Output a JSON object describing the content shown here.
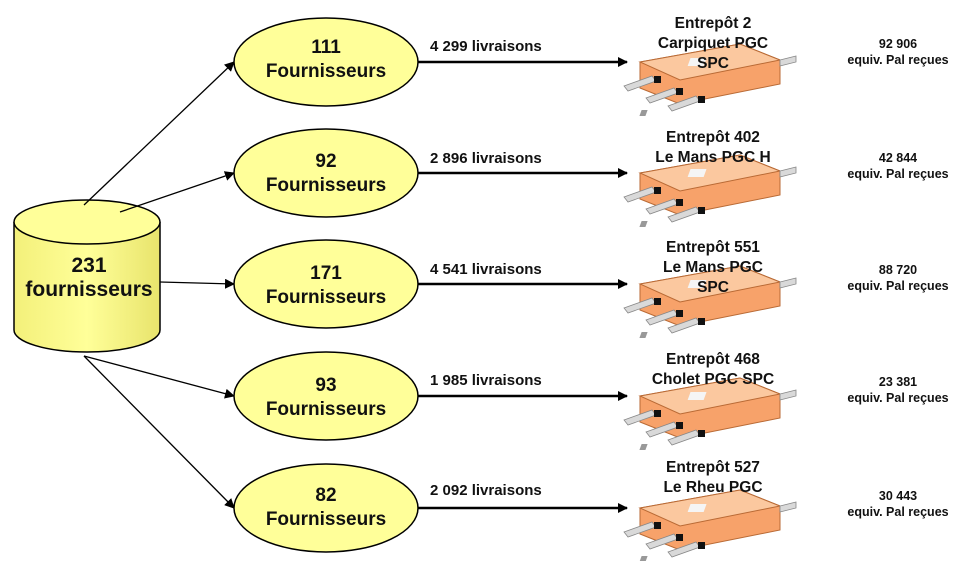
{
  "source": {
    "count": "231",
    "label": "fournisseurs"
  },
  "groups": [
    {
      "count": "111",
      "label": "Fournisseurs",
      "deliveries": "4 299 livraisons",
      "warehouse_title": "Entrepôt 2",
      "warehouse_line1": "Carpiquet PGC",
      "warehouse_line2": "SPC",
      "pallets_value": "92 906",
      "pallets_label": "equiv. Pal reçues"
    },
    {
      "count": "92",
      "label": "Fournisseurs",
      "deliveries": "2 896 livraisons",
      "warehouse_title": "Entrepôt 402",
      "warehouse_line1": "Le Mans PGC H",
      "warehouse_line2": "",
      "pallets_value": "42 844",
      "pallets_label": "equiv. Pal reçues"
    },
    {
      "count": "171",
      "label": "Fournisseurs",
      "deliveries": "4 541 livraisons",
      "warehouse_title": "Entrepôt 551",
      "warehouse_line1": "Le Mans  PGC",
      "warehouse_line2": "SPC",
      "pallets_value": "88 720",
      "pallets_label": "equiv. Pal reçues"
    },
    {
      "count": "93",
      "label": "Fournisseurs",
      "deliveries": "1 985 livraisons",
      "warehouse_title": "Entrepôt 468",
      "warehouse_line1": "Cholet PGC SPC",
      "warehouse_line2": "",
      "pallets_value": "23 381",
      "pallets_label": "equiv. Pal reçues"
    },
    {
      "count": "82",
      "label": "Fournisseurs",
      "deliveries": "2 092 livraisons",
      "warehouse_title": "Entrepôt 527",
      "warehouse_line1": "Le Rheu PGC",
      "warehouse_line2": "",
      "pallets_value": "30 443",
      "pallets_label": "equiv. Pal reçues"
    }
  ],
  "colors": {
    "ellipse_fill": "#ffff99",
    "warehouse_fill": "#f7a26a",
    "warehouse_top": "#fbc89f",
    "arrow": "#000000"
  }
}
